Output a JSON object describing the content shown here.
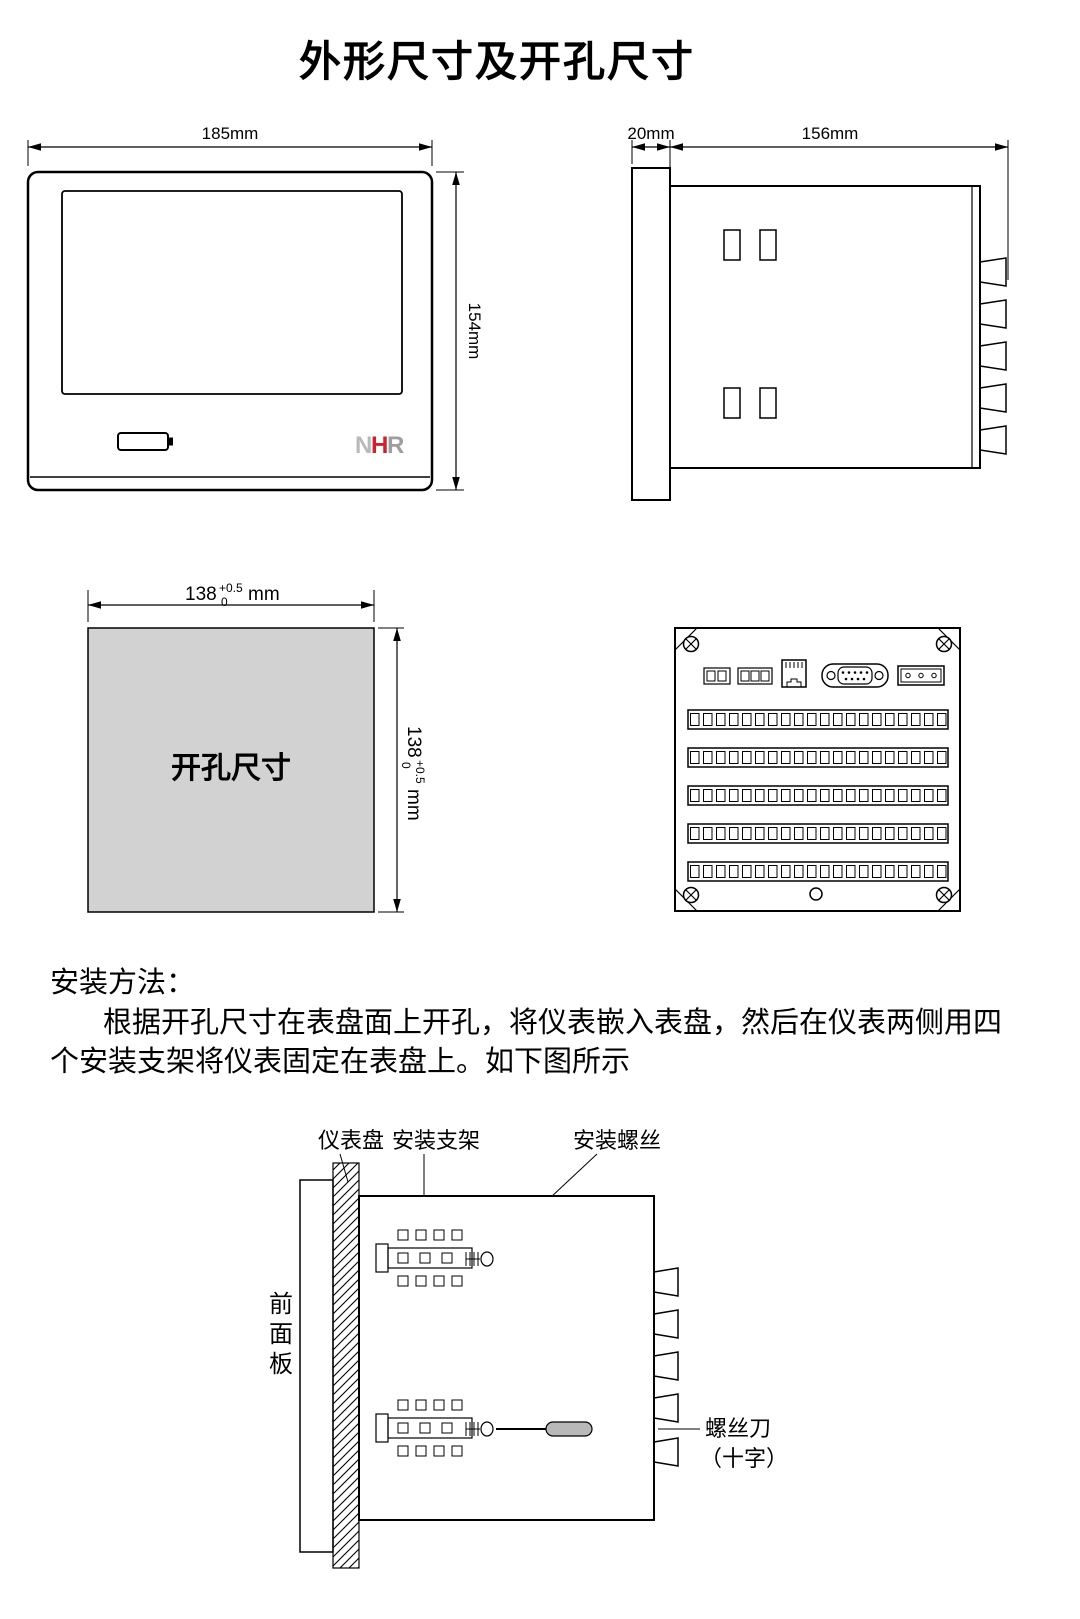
{
  "page": {
    "title": "外形尺寸及开孔尺寸"
  },
  "front_view": {
    "width_label": "185mm",
    "height_label": "154mm",
    "logo": {
      "n": "N",
      "h": "H",
      "r": "R"
    }
  },
  "side_view": {
    "bezel_label": "20mm",
    "depth_label": "156mm"
  },
  "cutout": {
    "label": "开孔尺寸",
    "value": "138",
    "tol_plus": "+0.5",
    "tol_minus": "0",
    "unit": "mm"
  },
  "install": {
    "heading": "安装方法：",
    "line1": "根据开孔尺寸在表盘面上开孔，将仪表嵌入表盘，然后在仪表两侧用四",
    "line2": "个安装支架将仪表固定在表盘上。如下图所示",
    "label_panel": "仪表盘",
    "label_bracket": "安装支架",
    "label_screw": "安装螺丝",
    "front_panel_chars": [
      "前",
      "面",
      "板"
    ],
    "label_screwdriver": "螺丝刀",
    "label_screwdriver2": "（十字）"
  }
}
